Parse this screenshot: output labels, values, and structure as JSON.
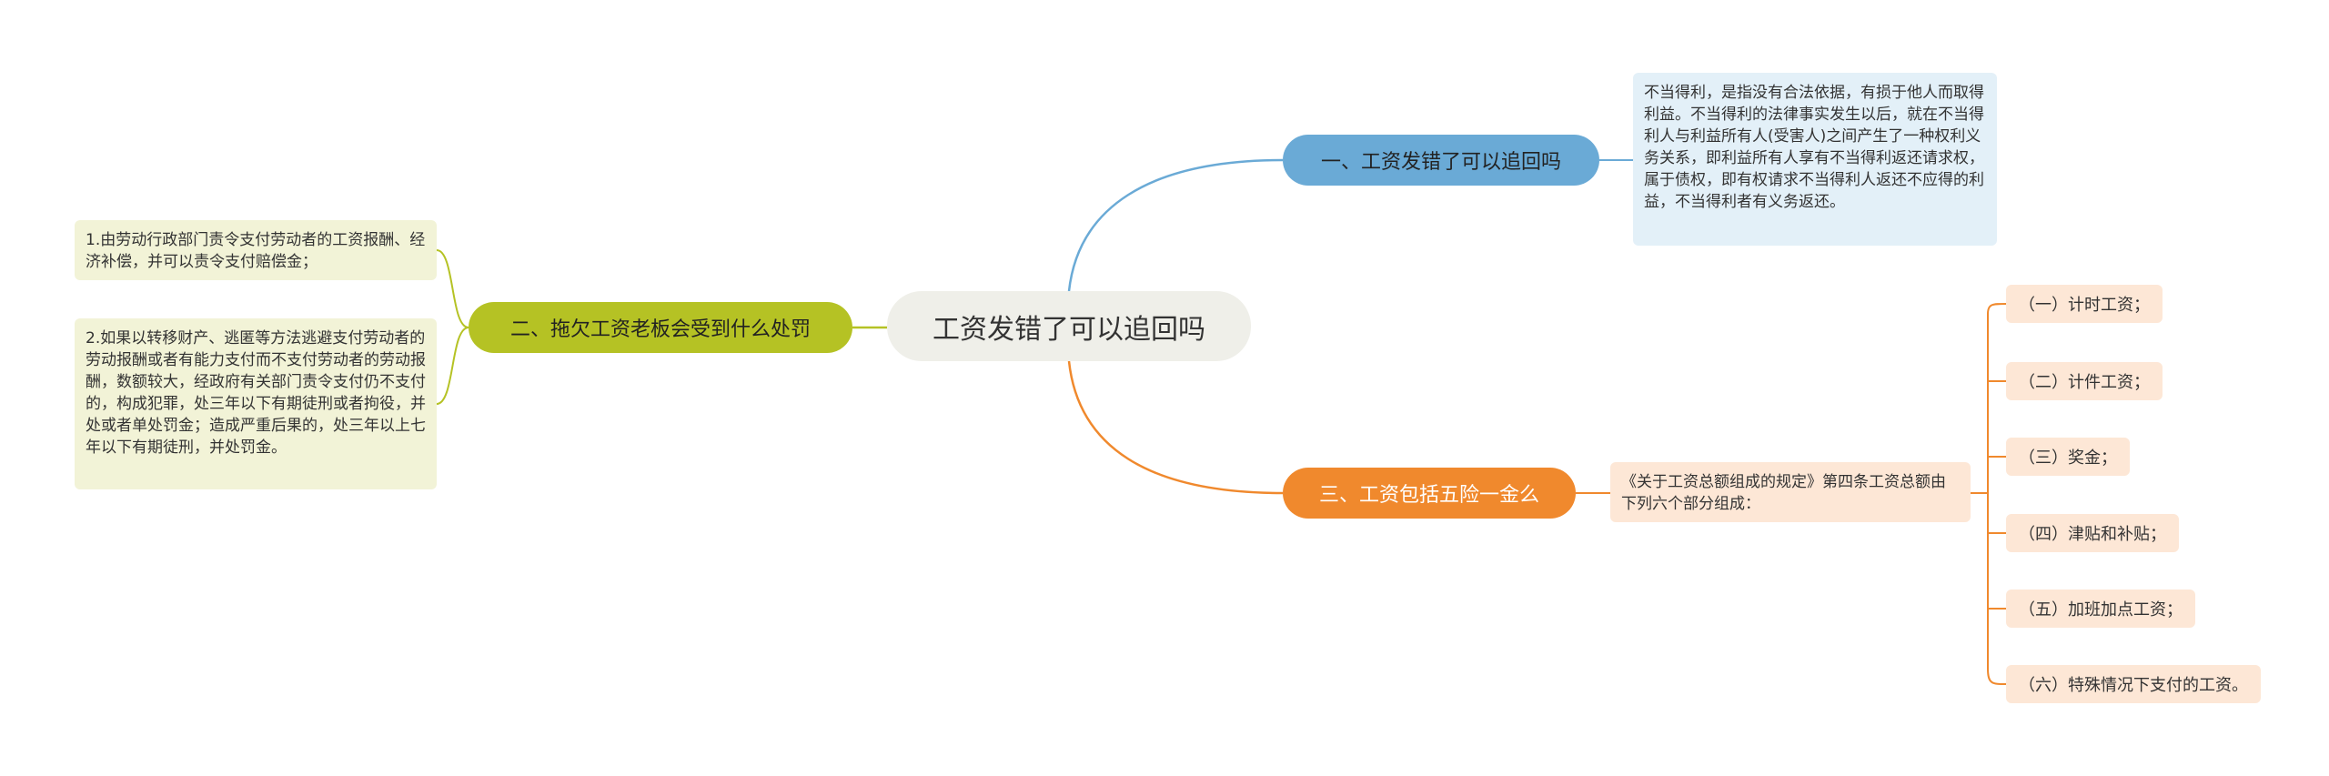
{
  "root": {
    "label": "工资发错了可以追回吗"
  },
  "branches": [
    {
      "id": "b1",
      "label": "一、工资发错了可以追回吗",
      "color": "#6aaad6",
      "leaves": [
        "不当得利，是指没有合法依据，有损于他人而取得利益。不当得利的法律事实发生以后，就在不当得利人与利益所有人(受害人)之间产生了一种权利义务关系，即利益所有人享有不当得利返还请求权，属于债权，即有权请求不当得利人返还不应得的利益，不当得利者有义务返还。"
      ]
    },
    {
      "id": "b2",
      "label": "二、拖欠工资老板会受到什么处罚",
      "color": "#b5c224",
      "leaves": [
        "1.由劳动行政部门责令支付劳动者的工资报酬、经济补偿，并可以责令支付赔偿金；",
        "2.如果以转移财产、逃匿等方法逃避支付劳动者的劳动报酬或者有能力支付而不支付劳动者的劳动报酬，数额较大，经政府有关部门责令支付仍不支付的，构成犯罪，处三年以下有期徒刑或者拘役，并处或者单处罚金；造成严重后果的，处三年以上七年以下有期徒刑，并处罚金。"
      ]
    },
    {
      "id": "b3",
      "label": "三、工资包括五险一金么",
      "color": "#f0892d",
      "leaves": [
        "《关于工资总额组成的规定》第四条工资总额由下列六个部分组成："
      ],
      "items": [
        "（一）计时工资；",
        "（二）计件工资；",
        "（三）奖金；",
        "（四）津贴和补贴；",
        "（五）加班加点工资；",
        "（六）特殊情况下支付的工资。"
      ]
    }
  ],
  "colors": {
    "root_bg": "#efefe9",
    "blue_leaf_bg": "#e3f0f8",
    "green_leaf_bg": "#f2f3d7",
    "orange_leaf_bg": "#fde7d6"
  }
}
